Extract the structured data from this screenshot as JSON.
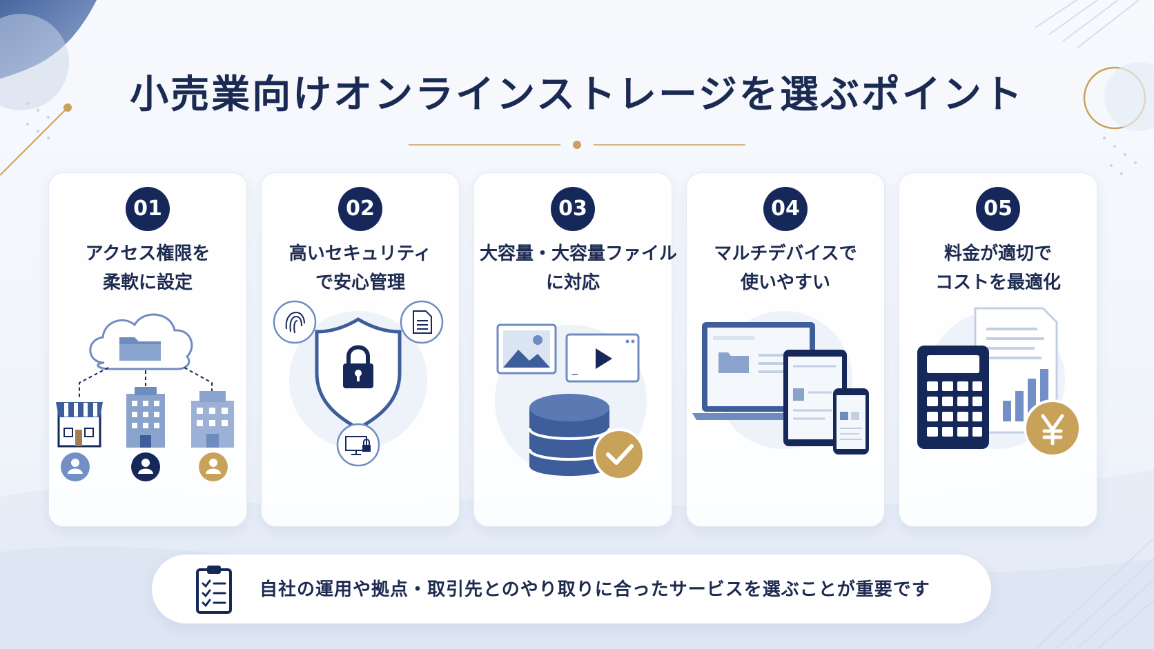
{
  "title": "小売業向けオンラインストレージを選ぶポイント",
  "colors": {
    "navy": "#16285a",
    "blue": "#6f8cc0",
    "gold": "#c9a25a",
    "light": "#dfe6f3"
  },
  "cards": [
    {
      "number": "01",
      "title_lines": [
        "アクセス権限を",
        "柔軟に設定"
      ],
      "icons": [
        "cloud-folder-icon",
        "store-icon",
        "office-building-icon",
        "building-icon",
        "user-icon"
      ]
    },
    {
      "number": "02",
      "title_lines": [
        "高いセキュリティ",
        "で安心管理"
      ],
      "icons": [
        "fingerprint-icon",
        "document-icon",
        "shield-lock-icon",
        "monitor-lock-icon"
      ]
    },
    {
      "number": "03",
      "title_lines": [
        "大容量・大容量ファイル",
        "に対応"
      ],
      "icons": [
        "image-icon",
        "video-play-icon",
        "database-icon",
        "check-icon"
      ]
    },
    {
      "number": "04",
      "title_lines": [
        "マルチデバイスで",
        "使いやすい"
      ],
      "icons": [
        "laptop-icon",
        "tablet-icon",
        "smartphone-icon"
      ]
    },
    {
      "number": "05",
      "title_lines": [
        "料金が適切で",
        "コストを最適化"
      ],
      "icons": [
        "calculator-icon",
        "report-document-icon",
        "yen-coin-icon"
      ]
    }
  ],
  "footer": {
    "text": "自社の運用や拠点・取引先とのやり取りに合ったサービスを選ぶことが重要です",
    "icon": "clipboard-checklist-icon"
  }
}
